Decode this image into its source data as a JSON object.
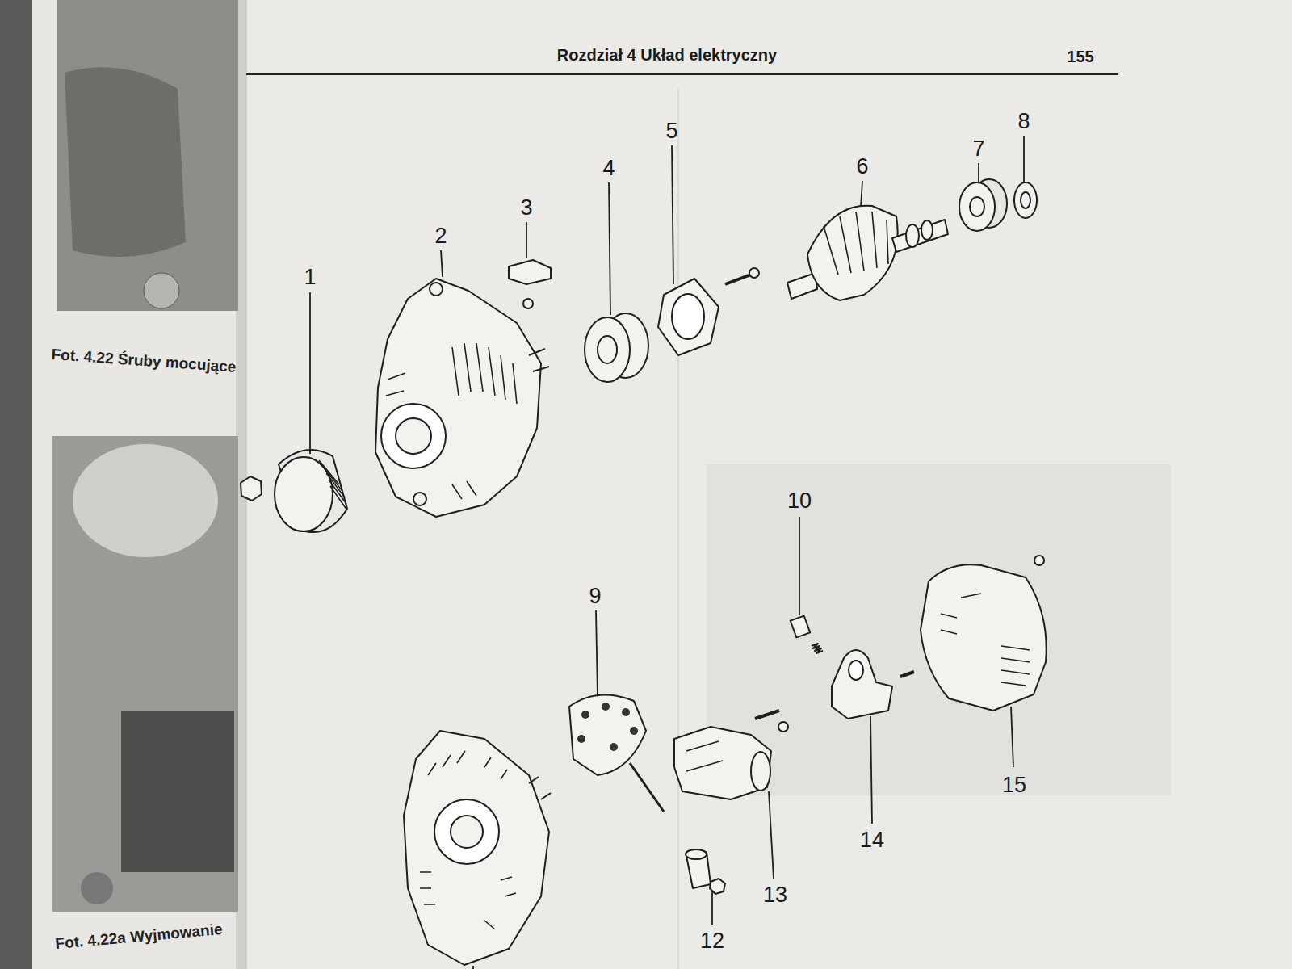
{
  "diagram": {
    "title": "Rozdział 4 Układ elektryczny",
    "labels": [
      "155",
      "1",
      "2",
      "3",
      "4",
      "5",
      "6",
      "7",
      "8",
      "9",
      "10",
      "12",
      "13",
      "14",
      "15",
      "Fot. 4.22 Śruby mocujące",
      "Fot. 4.22a Wyjmowanie"
    ]
  }
}
